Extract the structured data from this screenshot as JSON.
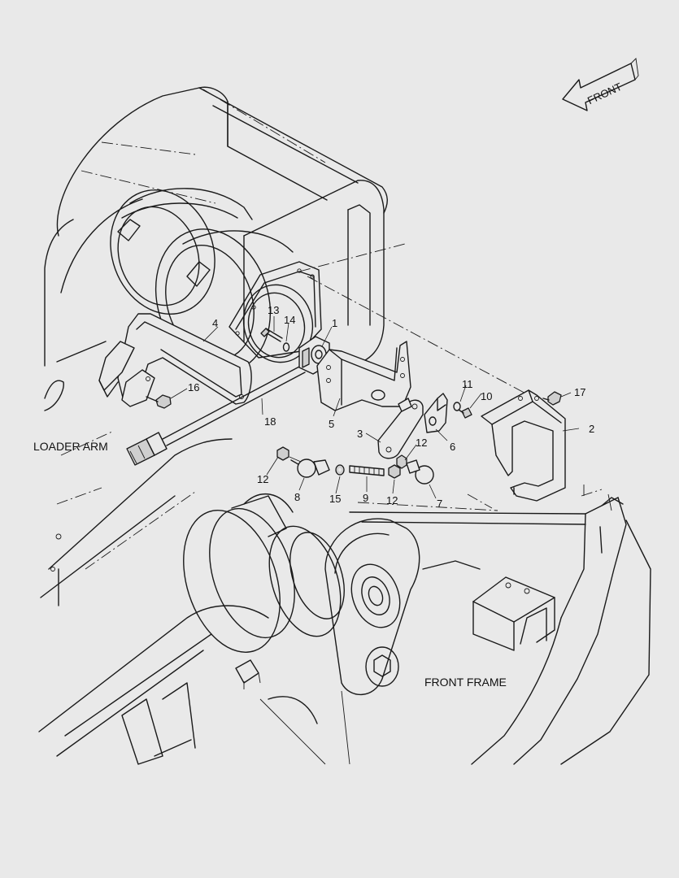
{
  "labels": {
    "loader_arm": "LOADER ARM",
    "front_frame": "FRONT FRAME",
    "front_arrow": "FRONT"
  },
  "callouts": {
    "c1": "1",
    "c2": "2",
    "c3": "3",
    "c4": "4",
    "c5": "5",
    "c6": "6",
    "c7": "7",
    "c8": "8",
    "c9": "9",
    "c10": "10",
    "c11": "11",
    "c12a": "12",
    "c12b": "12",
    "c12c": "12",
    "c13": "13",
    "c14": "14",
    "c15": "15",
    "c16": "16",
    "c17": "17",
    "c18": "18"
  }
}
